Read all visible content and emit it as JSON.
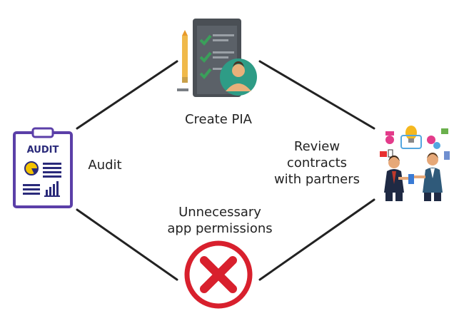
{
  "nodes": {
    "top": {
      "label": "Create PIA",
      "icon": "checklist-person-icon"
    },
    "left": {
      "label": "Audit",
      "icon": "audit-clipboard-icon",
      "badge_text": "AUDIT"
    },
    "right": {
      "label_lines": [
        "Review",
        "contracts",
        "with partners"
      ],
      "icon": "business-meeting-icon"
    },
    "bottom": {
      "label_lines": [
        "Unnecessary",
        "app permissions"
      ],
      "icon": "red-x-icon"
    }
  },
  "colors": {
    "line": "#222222",
    "audit_frame": "#5b3fa8",
    "audit_chart": "#f2c200",
    "red_x": "#d8202d",
    "tablet": "#4a4f55",
    "check": "#3aa05a",
    "avatar": "#2e9c86",
    "pencil": "#f0b94a"
  }
}
